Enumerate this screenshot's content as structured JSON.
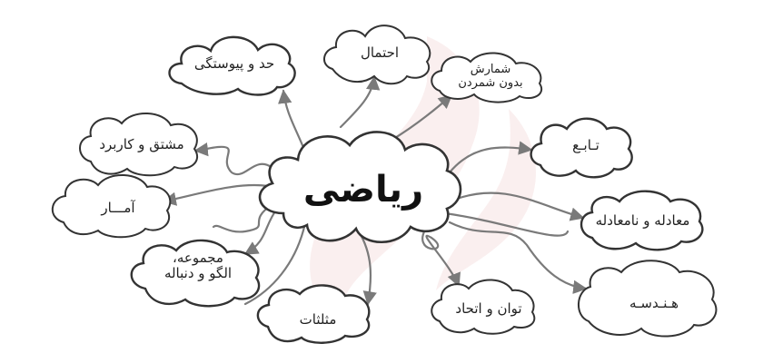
{
  "center": {
    "label": "ریاضی"
  },
  "topics": {
    "limit": {
      "label": "حد و پیوستگی"
    },
    "probability": {
      "label": "احتمال"
    },
    "counting": {
      "line1": "شمارش",
      "line2": "بدون شمردن"
    },
    "function": {
      "label": "تـابـع"
    },
    "equations": {
      "label": "معادله و نامعادله"
    },
    "geometry": {
      "label": "هـنـدسـه"
    },
    "power": {
      "label": "توان و اتحاد"
    },
    "trig": {
      "label": "مثلثات"
    },
    "sequence": {
      "line1": "مجموعه،",
      "line2": "الگو و دنباله"
    },
    "statistics": {
      "label": "آمـــار"
    },
    "derivative": {
      "label": "مشتق و کاربرد"
    }
  },
  "colors": {
    "outline": "#333333",
    "arrow": "#7a7a7a",
    "watermark": "#f6e2e2"
  }
}
